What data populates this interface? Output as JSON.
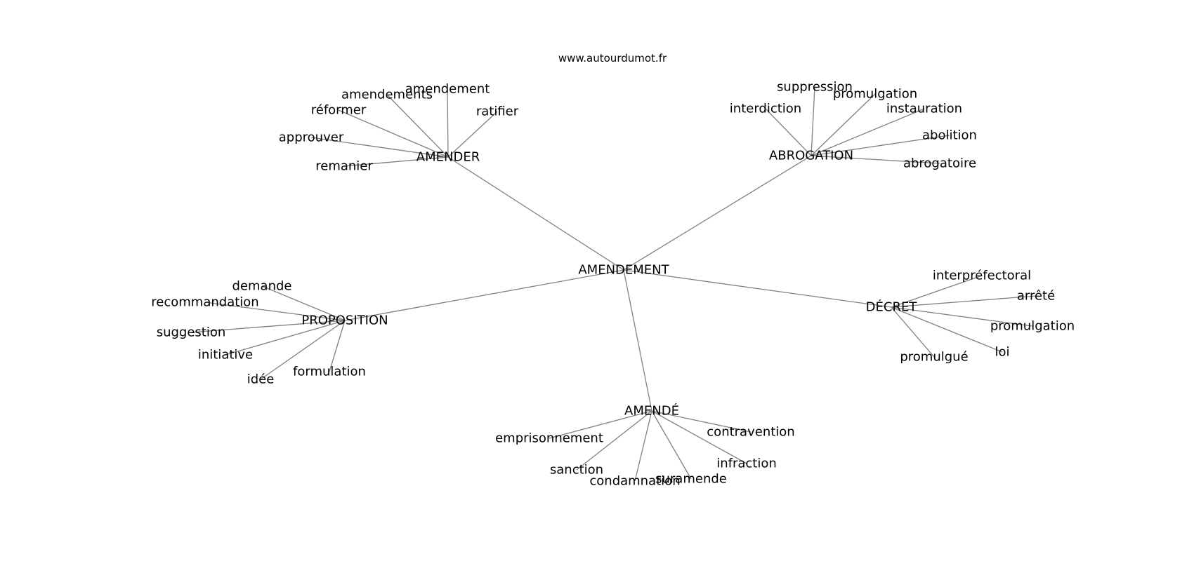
{
  "source": "www.autourdumot.fr",
  "center": "AMENDEMENT",
  "groups": [
    {
      "hub": "AMENDER",
      "words": [
        "amendement",
        "amendements",
        "réformer",
        "approuver",
        "remanier",
        "ratifier"
      ]
    },
    {
      "hub": "ABROGATION",
      "words": [
        "suppression",
        "promulgation",
        "interdiction",
        "instauration",
        "abolition",
        "abrogatoire"
      ]
    },
    {
      "hub": "PROPOSITION",
      "words": [
        "demande",
        "recommandation",
        "suggestion",
        "initiative",
        "idée",
        "formulation"
      ]
    },
    {
      "hub": "DÉCRET",
      "words": [
        "interpréfectoral",
        "arrêté",
        "promulgation",
        "loi",
        "promulgué"
      ]
    },
    {
      "hub": "AMENDÉ",
      "words": [
        "emprisonnement",
        "contravention",
        "sanction",
        "infraction",
        "condamnation",
        "suramende"
      ]
    }
  ],
  "colors": {
    "edge": "#808080",
    "text": "#000000",
    "background": "#ffffff"
  }
}
